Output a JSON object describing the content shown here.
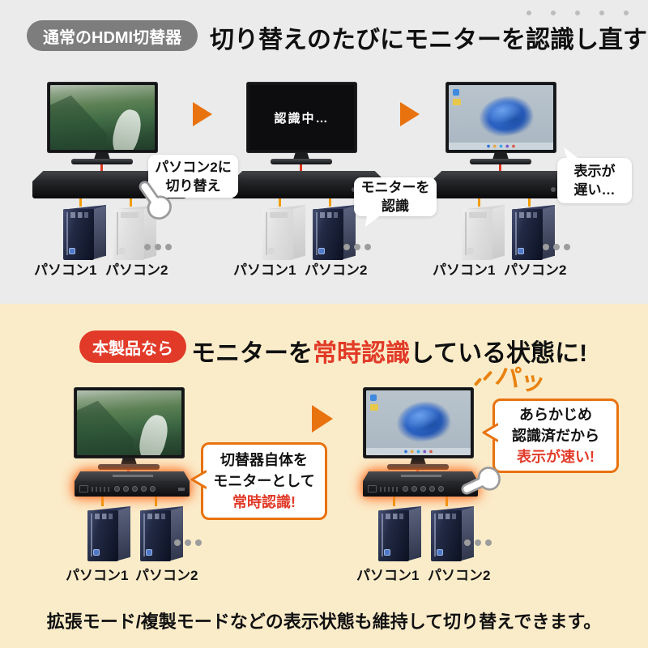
{
  "top": {
    "badge_label": "通常のHDMI切替器",
    "heading_pre": "切り替えのたびにモニターを",
    "heading_emphasis": "認識し直す",
    "pc1_label": "パソコン1",
    "pc2_label": "パソコン2",
    "steps": [
      {
        "bubble_lines": [
          "パソコン2に",
          "切り替え"
        ]
      },
      {
        "screen_text": "認識中…",
        "bubble_lines": [
          "モニターを",
          "認識"
        ]
      },
      {
        "bubble_lines": [
          "表示が",
          "遅い…"
        ]
      }
    ]
  },
  "bottom": {
    "badge_label": "本製品なら",
    "heading": {
      "pre": "モニターを",
      "highlight": "常時認識",
      "post": "している状態に!"
    },
    "pa_text": "パッ",
    "bubble_device": {
      "line1": "切替器自体を",
      "line2": "モニターとして",
      "highlight": "常時認識!"
    },
    "bubble_fast": {
      "line1": "あらかじめ",
      "line2": "認識済だから",
      "highlight": "表示が速い!"
    },
    "pc1_label": "パソコン1",
    "pc2_label": "パソコン2",
    "footer": "拡張モード/複製モードなどの表示状態も維持して切り替えできます。"
  },
  "colors": {
    "accent_orange": "#e8720e",
    "brand_red": "#e23a28",
    "badge_gray": "#7d7d7d",
    "top_bg": "#ebebeb",
    "bottom_bg": "#fbecc9"
  }
}
